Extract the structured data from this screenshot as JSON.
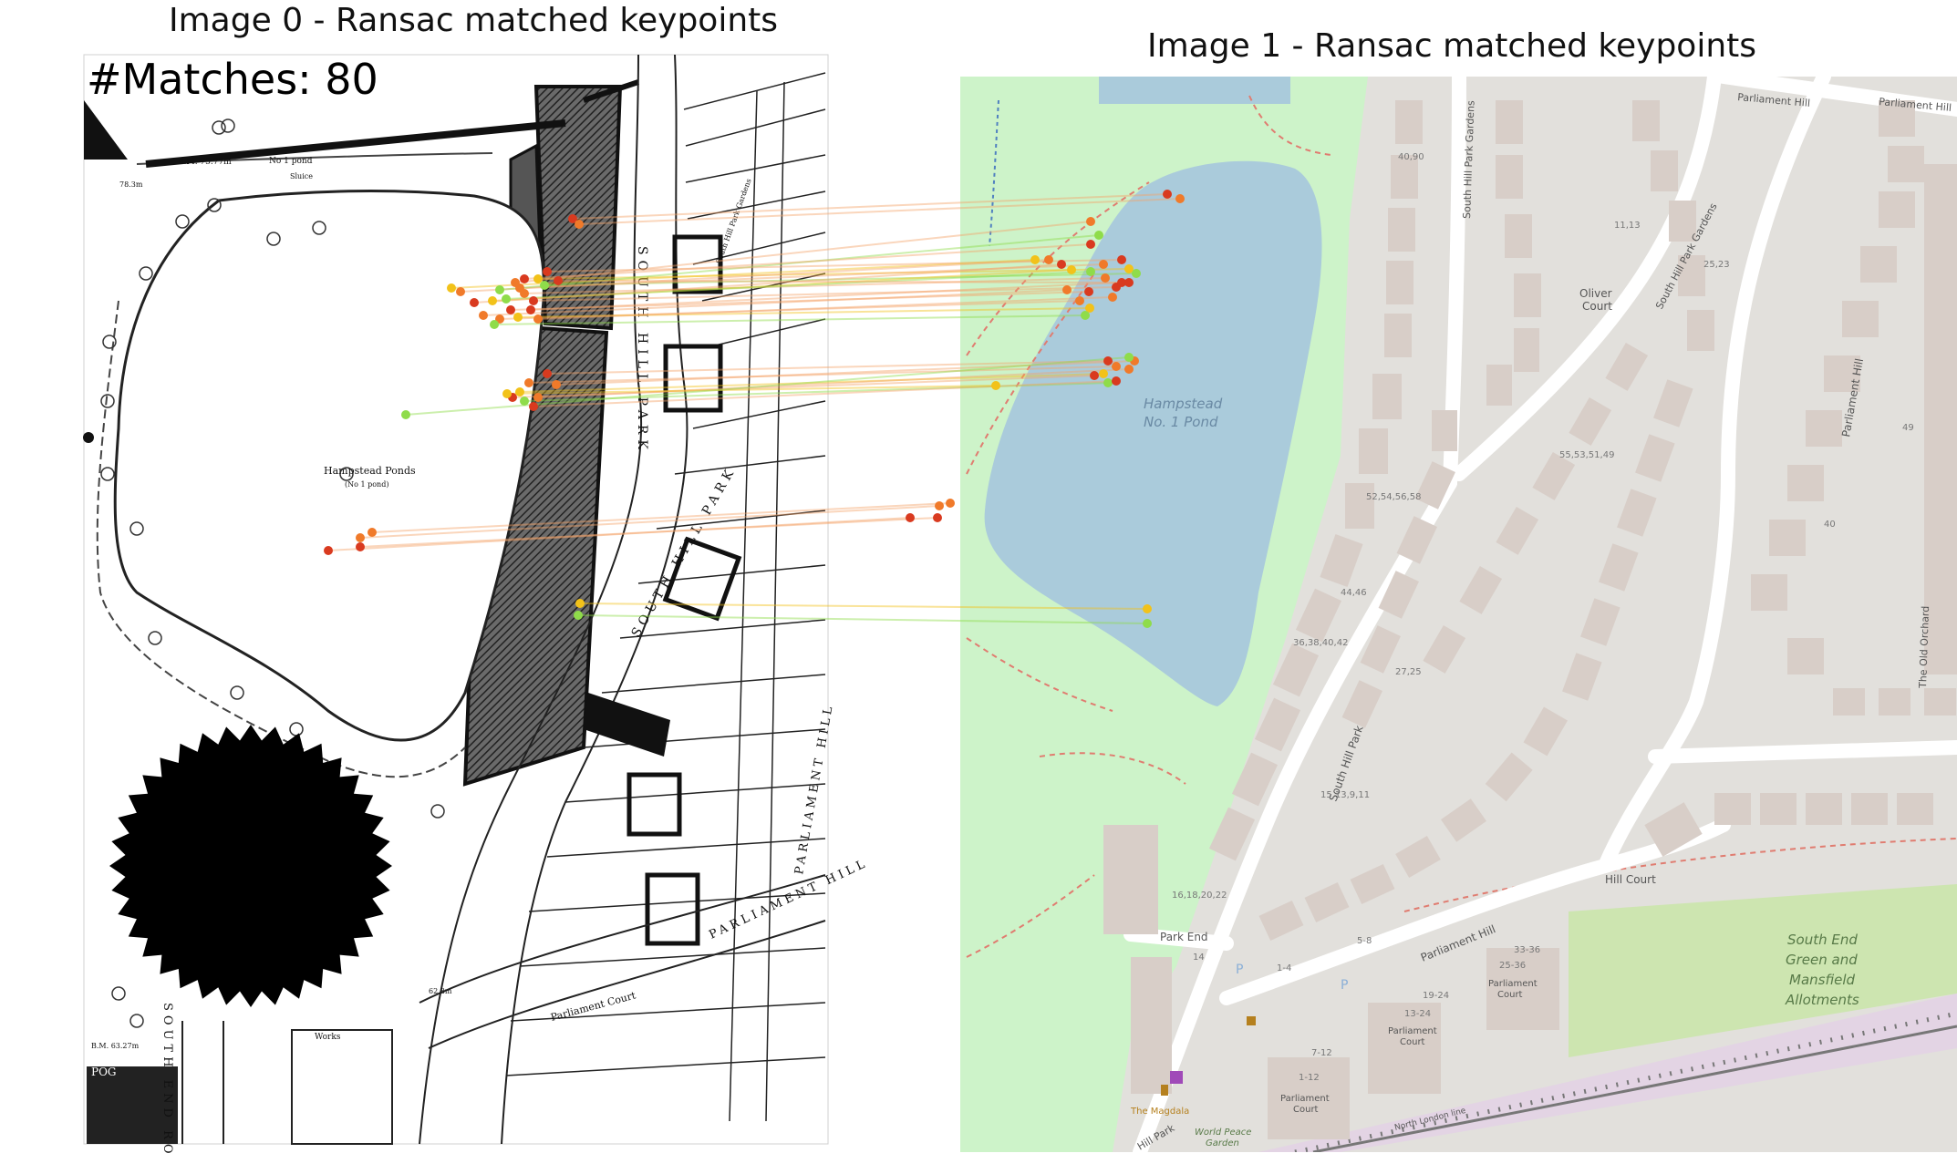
{
  "titles": {
    "image0": "Image 0 - Ransac matched keypoints",
    "image1": "Image 1 - Ransac matched keypoints"
  },
  "matches_label": "#Matches: 80",
  "colors": {
    "match_line": "#f5a36a",
    "point_red": "#d93a1f",
    "point_orange": "#f07a2a",
    "point_yellow": "#f2c21a",
    "point_green": "#8fdc4a",
    "water": "#aad3df",
    "park": "#c8facc",
    "map_bg": "#e8e6e2",
    "building": "#d9d0c9",
    "road": "#ffffff",
    "allotment": "#cae6a6"
  },
  "old_map_labels": {
    "pond": "Hampstead Ponds",
    "pond_sub": "(No 1 pond)",
    "road1": "SOUTH HILL PARK",
    "road2": "PARLIAMENT HILL",
    "pond_bm": "B.M. 75.77m",
    "pond_label": "No 1 pond",
    "sluice": "Sluice",
    "elev1": "78.3m",
    "works": "Works",
    "parl_court": "Parliament Court",
    "gardens": "South Hill Park Gardens",
    "bm2": "B.M. 63.27m",
    "road3": "SOUTH END RO",
    "pog": "POG",
    "elev2": "62.8m"
  },
  "osm_labels": {
    "pond": "Hampstead",
    "pond2": "No. 1 Pond",
    "shp": "South Hill Park",
    "shpg": "South Hill Park Gardens",
    "shpg2": "South Hill Park Gardens",
    "parl_hill_top": "Parliament Hill",
    "parl_hill_top2": "Parliament Hill",
    "parl_hill_right": "Parliament Hill",
    "parl_hill_bottom": "Parliament Hill",
    "oliver": "Oliver",
    "oliver2": "Court",
    "hill_court": "Hill Court",
    "park_end": "Park End",
    "old_orchard": "The Old Orchard",
    "allot1": "South End",
    "allot2": "Green and",
    "allot3": "Mansfield",
    "allot4": "Allotments",
    "parl_court1": "Parliament",
    "parl_court1b": "Court",
    "parl_court2": "Parliament",
    "parl_court2b": "Court",
    "parl_court3": "Parliament",
    "parl_court3b": "Court",
    "magdala": "The Magdala",
    "peace1": "World Peace",
    "peace2": "Garden",
    "north_london": "North London line",
    "hill_park": "Hill Park",
    "n1": "40,90",
    "n2": "11,13",
    "n3": "25,23",
    "n4": "55,53,51,49",
    "n5": "52,54,56,58",
    "n6": "44,46",
    "n7": "36,38,40,42",
    "n8": "27,25",
    "n9": "15,13,9,11",
    "n10": "16,18,20,22",
    "n11": "14",
    "n12": "1-4",
    "n13": "5-8",
    "n14": "33-36",
    "n15": "25-36",
    "n16": "19-24",
    "n17": "13-24",
    "n18": "7-12",
    "n19": "1-12",
    "n20": "49",
    "n21": "40"
  },
  "match_pairs": [
    [
      628,
      240,
      1280,
      213
    ],
    [
      635,
      246,
      1294,
      218
    ],
    [
      590,
      306,
      1238,
      295
    ],
    [
      597,
      313,
      1246,
      300
    ],
    [
      575,
      322,
      1212,
      305
    ],
    [
      585,
      330,
      1224,
      315
    ],
    [
      560,
      340,
      1194,
      320
    ],
    [
      548,
      350,
      1184,
      330
    ],
    [
      540,
      330,
      1175,
      296
    ],
    [
      555,
      328,
      1196,
      298
    ],
    [
      570,
      316,
      1210,
      290
    ],
    [
      582,
      340,
      1230,
      310
    ],
    [
      520,
      332,
      1164,
      290
    ],
    [
      505,
      320,
      1150,
      285
    ],
    [
      495,
      316,
      1135,
      285
    ],
    [
      548,
      318,
      1205,
      258
    ],
    [
      565,
      310,
      1196,
      243
    ],
    [
      600,
      298,
      1230,
      285
    ],
    [
      612,
      308,
      1238,
      310
    ],
    [
      530,
      346,
      1170,
      318
    ],
    [
      568,
      348,
      1195,
      338
    ],
    [
      542,
      356,
      1190,
      346
    ],
    [
      590,
      350,
      1220,
      326
    ],
    [
      575,
      306,
      1196,
      268
    ],
    [
      600,
      410,
      1215,
      396
    ],
    [
      580,
      420,
      1224,
      402
    ],
    [
      570,
      430,
      1210,
      410
    ],
    [
      575,
      440,
      1215,
      420
    ],
    [
      590,
      436,
      1238,
      405
    ],
    [
      562,
      436,
      1200,
      412
    ],
    [
      585,
      446,
      1224,
      418
    ],
    [
      610,
      422,
      1244,
      396
    ],
    [
      556,
      432,
      1092,
      423
    ],
    [
      445,
      455,
      1238,
      392
    ],
    [
      408,
      584,
      1042,
      552
    ],
    [
      395,
      600,
      1028,
      568
    ],
    [
      360,
      604,
      998,
      568
    ],
    [
      395,
      590,
      1030,
      555
    ],
    [
      636,
      662,
      1258,
      668
    ],
    [
      634,
      675,
      1258,
      684
    ]
  ]
}
